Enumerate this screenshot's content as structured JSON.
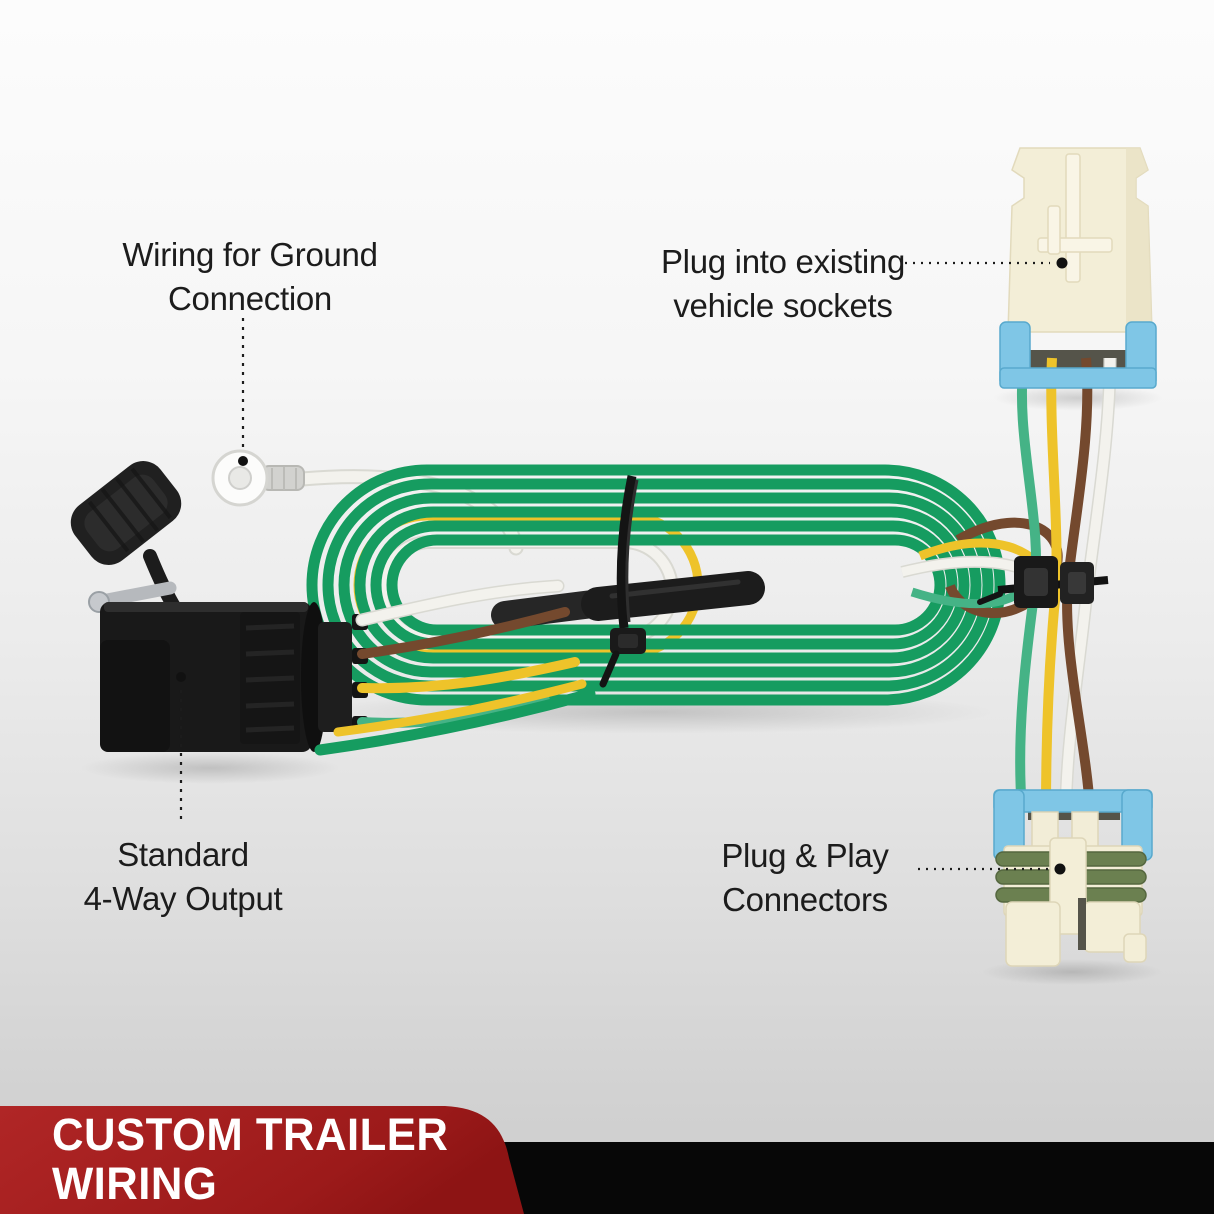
{
  "callouts": {
    "ground": {
      "line1": "Wiring for Ground",
      "line2": "Connection"
    },
    "vehicle_socket": {
      "line1": "Plug into existing",
      "line2": "vehicle sockets"
    },
    "four_way": {
      "line1": "Standard",
      "line2": "4-Way Output"
    },
    "plug_play": {
      "line1": "Plug & Play",
      "line2": "Connectors"
    }
  },
  "banner": {
    "line1": "CUSTOM TRAILER",
    "line2": "WIRING",
    "bg_color": "#a31e1e",
    "text_color": "#ffffff"
  },
  "colors": {
    "wire_green": "#169c60",
    "wire_green_light": "#45b386",
    "wire_yellow": "#eec32a",
    "wire_brown": "#74492e",
    "wire_white": "#f3f2ed",
    "wire_white_edge": "#d9d9d2",
    "connector_black": "#191919",
    "connector_cream": "#f3eed7",
    "connector_cream_shade": "#e9e1c4",
    "clip_blue": "#7fc6e6",
    "seal_olive": "#6b8050",
    "tie_black": "#141414",
    "leader_color": "#1c1c1c",
    "footer_black": "#070707",
    "background_top": "#fcfcfc",
    "background_bottom": "#cccccc"
  }
}
